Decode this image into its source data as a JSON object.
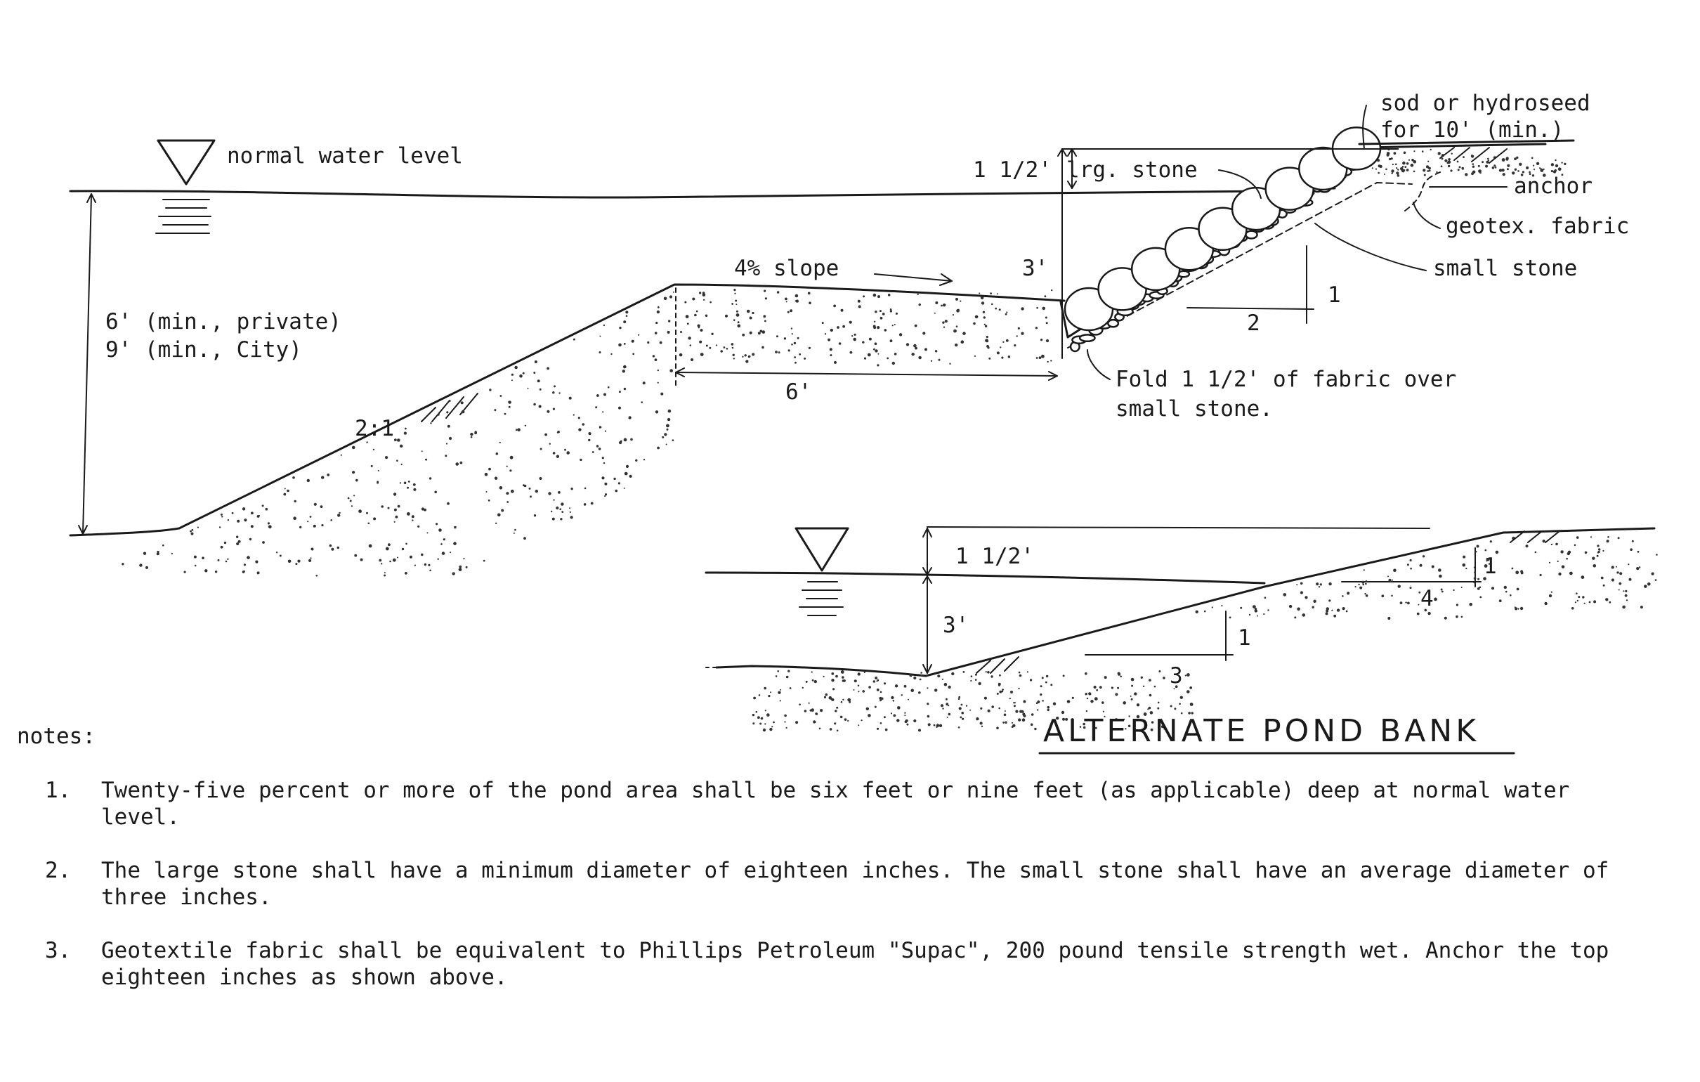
{
  "diagram": {
    "labels": {
      "normal_water_level": "normal water level",
      "depth_private": "6' (min., private)",
      "depth_city": "9' (min., City)",
      "slope_2_1": "2:1",
      "bench_slope": "4% slope",
      "bench_width": "6'",
      "dim_1_5": "1 1/2'",
      "dim_3": "3'",
      "large_stone": "lrg. stone",
      "sod": "sod or hydroseed",
      "sod2": "for 10' (min.)",
      "anchor": "anchor",
      "geotex": "geotex. fabric",
      "small_stone": "small stone",
      "ratio_1": "1",
      "ratio_2": "2",
      "fold_line1": "Fold 1 1/2' of fabric over",
      "fold_line2": "small stone."
    },
    "alternate": {
      "title": "ALTERNATE POND BANK",
      "dim_1_5": "1 1/2'",
      "dim_3": "3'",
      "ratio_1a": "1",
      "ratio_3": "3",
      "ratio_1b": "1",
      "ratio_4": "4"
    }
  },
  "notes": {
    "header": "notes:",
    "items": [
      {
        "num": "1.",
        "text": "Twenty-five percent or more of the pond area shall be six feet or nine feet (as applicable) deep at normal water level."
      },
      {
        "num": "2.",
        "text": "The large stone shall have a minimum diameter of eighteen inches.  The small stone shall have an average diameter of three inches."
      },
      {
        "num": "3.",
        "text": "Geotextile fabric shall be equivalent to Phillips Petroleum \"Supac\", 200 pound tensile strength wet.  Anchor the top eighteen inches as shown above."
      }
    ]
  }
}
